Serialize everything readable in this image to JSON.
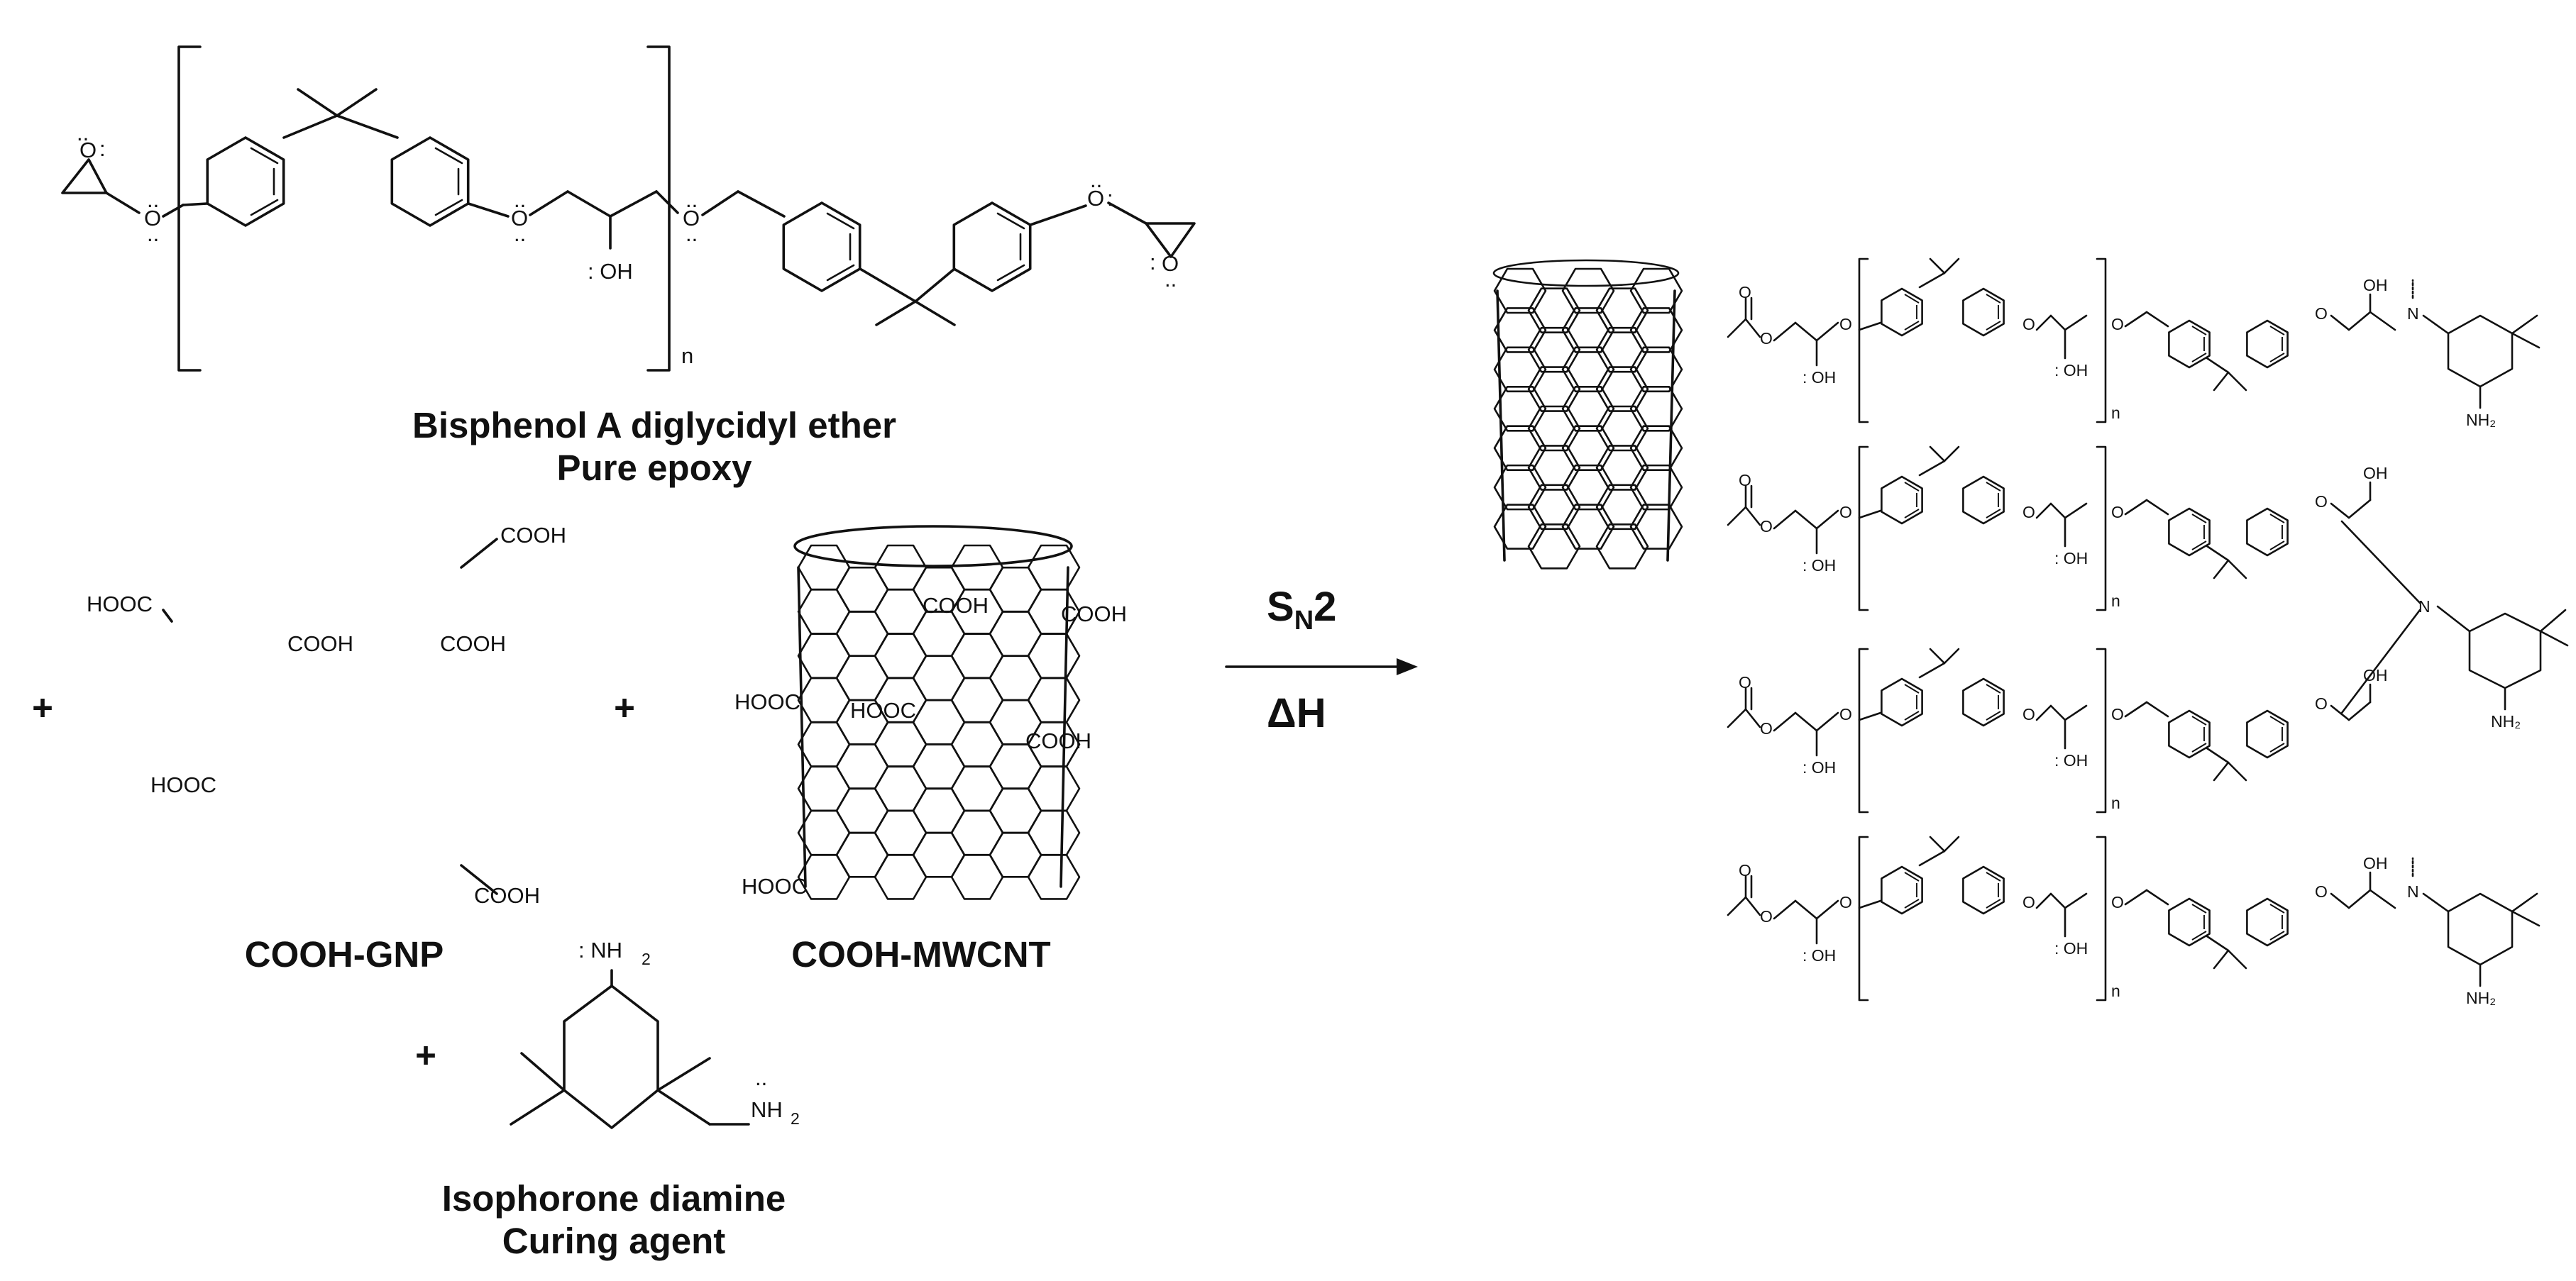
{
  "figure": {
    "bpa_caption_line1": "Bisphenol A diglycidyl  ether",
    "bpa_caption_line2": "Pure epoxy",
    "gnp_caption": "COOH-GNP",
    "mwcnt_caption": "COOH-MWCNT",
    "ipda_caption_line1": "Isophorone diamine",
    "ipda_caption_line2": "Curing agent",
    "plus_sign": "+",
    "reaction_condition_main": "S",
    "reaction_condition_sub": "N",
    "reaction_condition_tail": "2",
    "reaction_heat": "ΔH"
  },
  "labels": {
    "cooh": "COOH",
    "hooc": "HOOC",
    "oh": "OH",
    "oh_lone_pair": ": OH",
    "nh2_lone_pair": ": NH",
    "nh2_sub": "2",
    "nh": "NH",
    "nh2": "NH₂",
    "n": "N",
    "o": "O",
    "repeat_n": "n"
  },
  "colors": {
    "ink": "#111111",
    "background": "#ffffff"
  }
}
